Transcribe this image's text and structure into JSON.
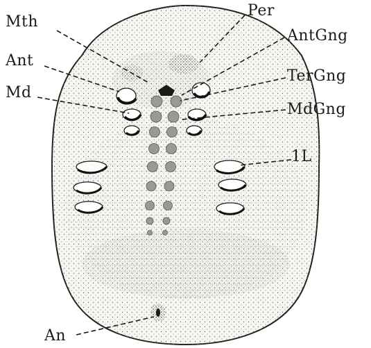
{
  "labels": {
    "mth": "Mth",
    "per": "Per",
    "ant": "Ant",
    "antgng": "AntGng",
    "md": "Md",
    "tergng": "TerGng",
    "mdgng": "MdGng",
    "leg1": "1L",
    "an": "An"
  }
}
